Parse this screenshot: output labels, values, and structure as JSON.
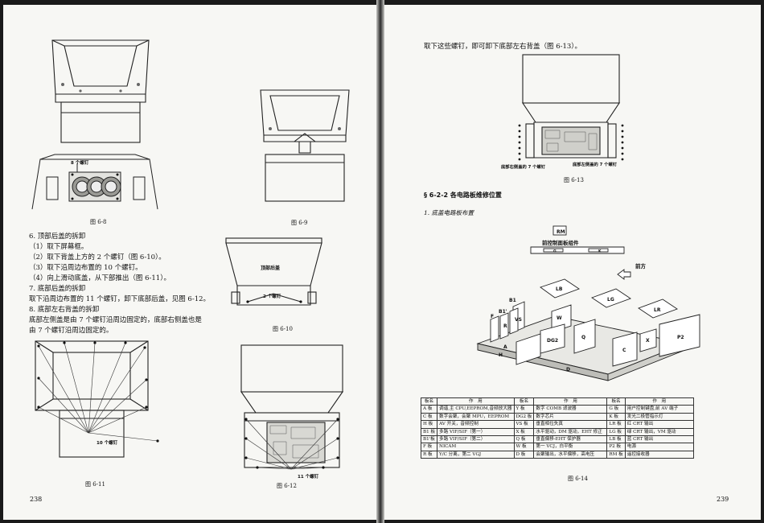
{
  "left_page": {
    "page_number": "238",
    "fig_labels": {
      "f68": "图 6-8",
      "f69": "图 6-9",
      "f610": "图 6-10",
      "f611": "图 6-11",
      "f612": "图 6-12"
    },
    "callouts": {
      "screws8": "8 个螺钉",
      "top_back": "顶部后盖",
      "screws2": "2 个螺钉",
      "screws10": "10 个螺钉",
      "screws11": "11 个螺钉"
    },
    "lines": [
      "6. 顶部后盖的拆卸",
      "（1）取下屏幕框。",
      "（2）取下背盖上方的 2 个螺钉（图 6-10）。",
      "（3）取下沿周边布置的 10 个螺钉。",
      "（4）向上滑动底盖，从下部推出（图 6-11）。",
      "7. 底部后盖的拆卸",
      "取下沿周边布置的 11 个螺钉，卸下底部后盖，见图 6-12。",
      "8. 底部左右背盖的拆卸",
      "底部左侧盖是由 7 个螺钉沿周边固定的，底部右侧盖也是",
      "由 7 个螺钉沿周边固定的。"
    ]
  },
  "right_page": {
    "page_number": "239",
    "intro": "取下这些螺钉，即可卸下底部左右背盖（图 6-13）。",
    "fig613": {
      "right_label": "底部右侧盖的 7 个螺钉",
      "left_label": "底部左侧盖的 7 个螺钉",
      "caption": "图 6-13"
    },
    "section_heading": "§ 6-2-2   各电路板维修位置",
    "subheading": "1. 底盖电路板布置",
    "fig614": {
      "rm": "RM",
      "front_panel": "前控制面板组件",
      "g": "G",
      "k": "K",
      "front": "前方",
      "boards": {
        "LB": "LB",
        "LG": "LG",
        "LR": "LR",
        "B1": "B1",
        "B1p": "B1'",
        "W": "W",
        "VS": "VS",
        "F": "F",
        "R": "R",
        "DG2": "DG2",
        "Q": "Q",
        "C": "C",
        "X": "X",
        "P2": "P2",
        "A": "A",
        "H": "H",
        "D": "D"
      },
      "caption": "图 6-14"
    },
    "table": {
      "headers": [
        "板名",
        "作　用",
        "板名",
        "作　用",
        "板名",
        "作　用"
      ],
      "rows": [
        [
          "A 板",
          "调谐,主 CPU,EEPROM,音频放大器",
          "Y 板",
          "数字 COMB 滤波器",
          "G 板",
          "用户控制键盘,前 AV 端子"
        ],
        [
          "C 板",
          "数字会聚，会聚 MPU，EEPROM",
          "DG2 板",
          "数字芯片",
          "K 板",
          "发光二极管指示灯"
        ],
        [
          "H 板",
          "AV 开关，音频控制",
          "VS 板",
          "垂直相位失真",
          "LR 板",
          "红 CRT 输出"
        ],
        [
          "B1 板",
          "多路 VIF/SIF（第一）",
          "X 板",
          "水平驱动，DM 驱动，EHT 修正",
          "LG 板",
          "绿 CRT 输出，VM 驱动"
        ],
        [
          "B1'板",
          "多路 VIF/SIF（第二）",
          "Q 板",
          "垂直偏移-EHT 保护器",
          "LB 板",
          "蓝 CRT 输出"
        ],
        [
          "F 板",
          "NICAM",
          "W 板",
          "第一 VCJ，白平衡",
          "P2 板",
          "电源"
        ],
        [
          "R 板",
          "Y/C 分离，第二 VGJ",
          "D 板",
          "会聚输出，水平偏移，高电压",
          "RM 板",
          "遥控接收器"
        ]
      ]
    }
  }
}
